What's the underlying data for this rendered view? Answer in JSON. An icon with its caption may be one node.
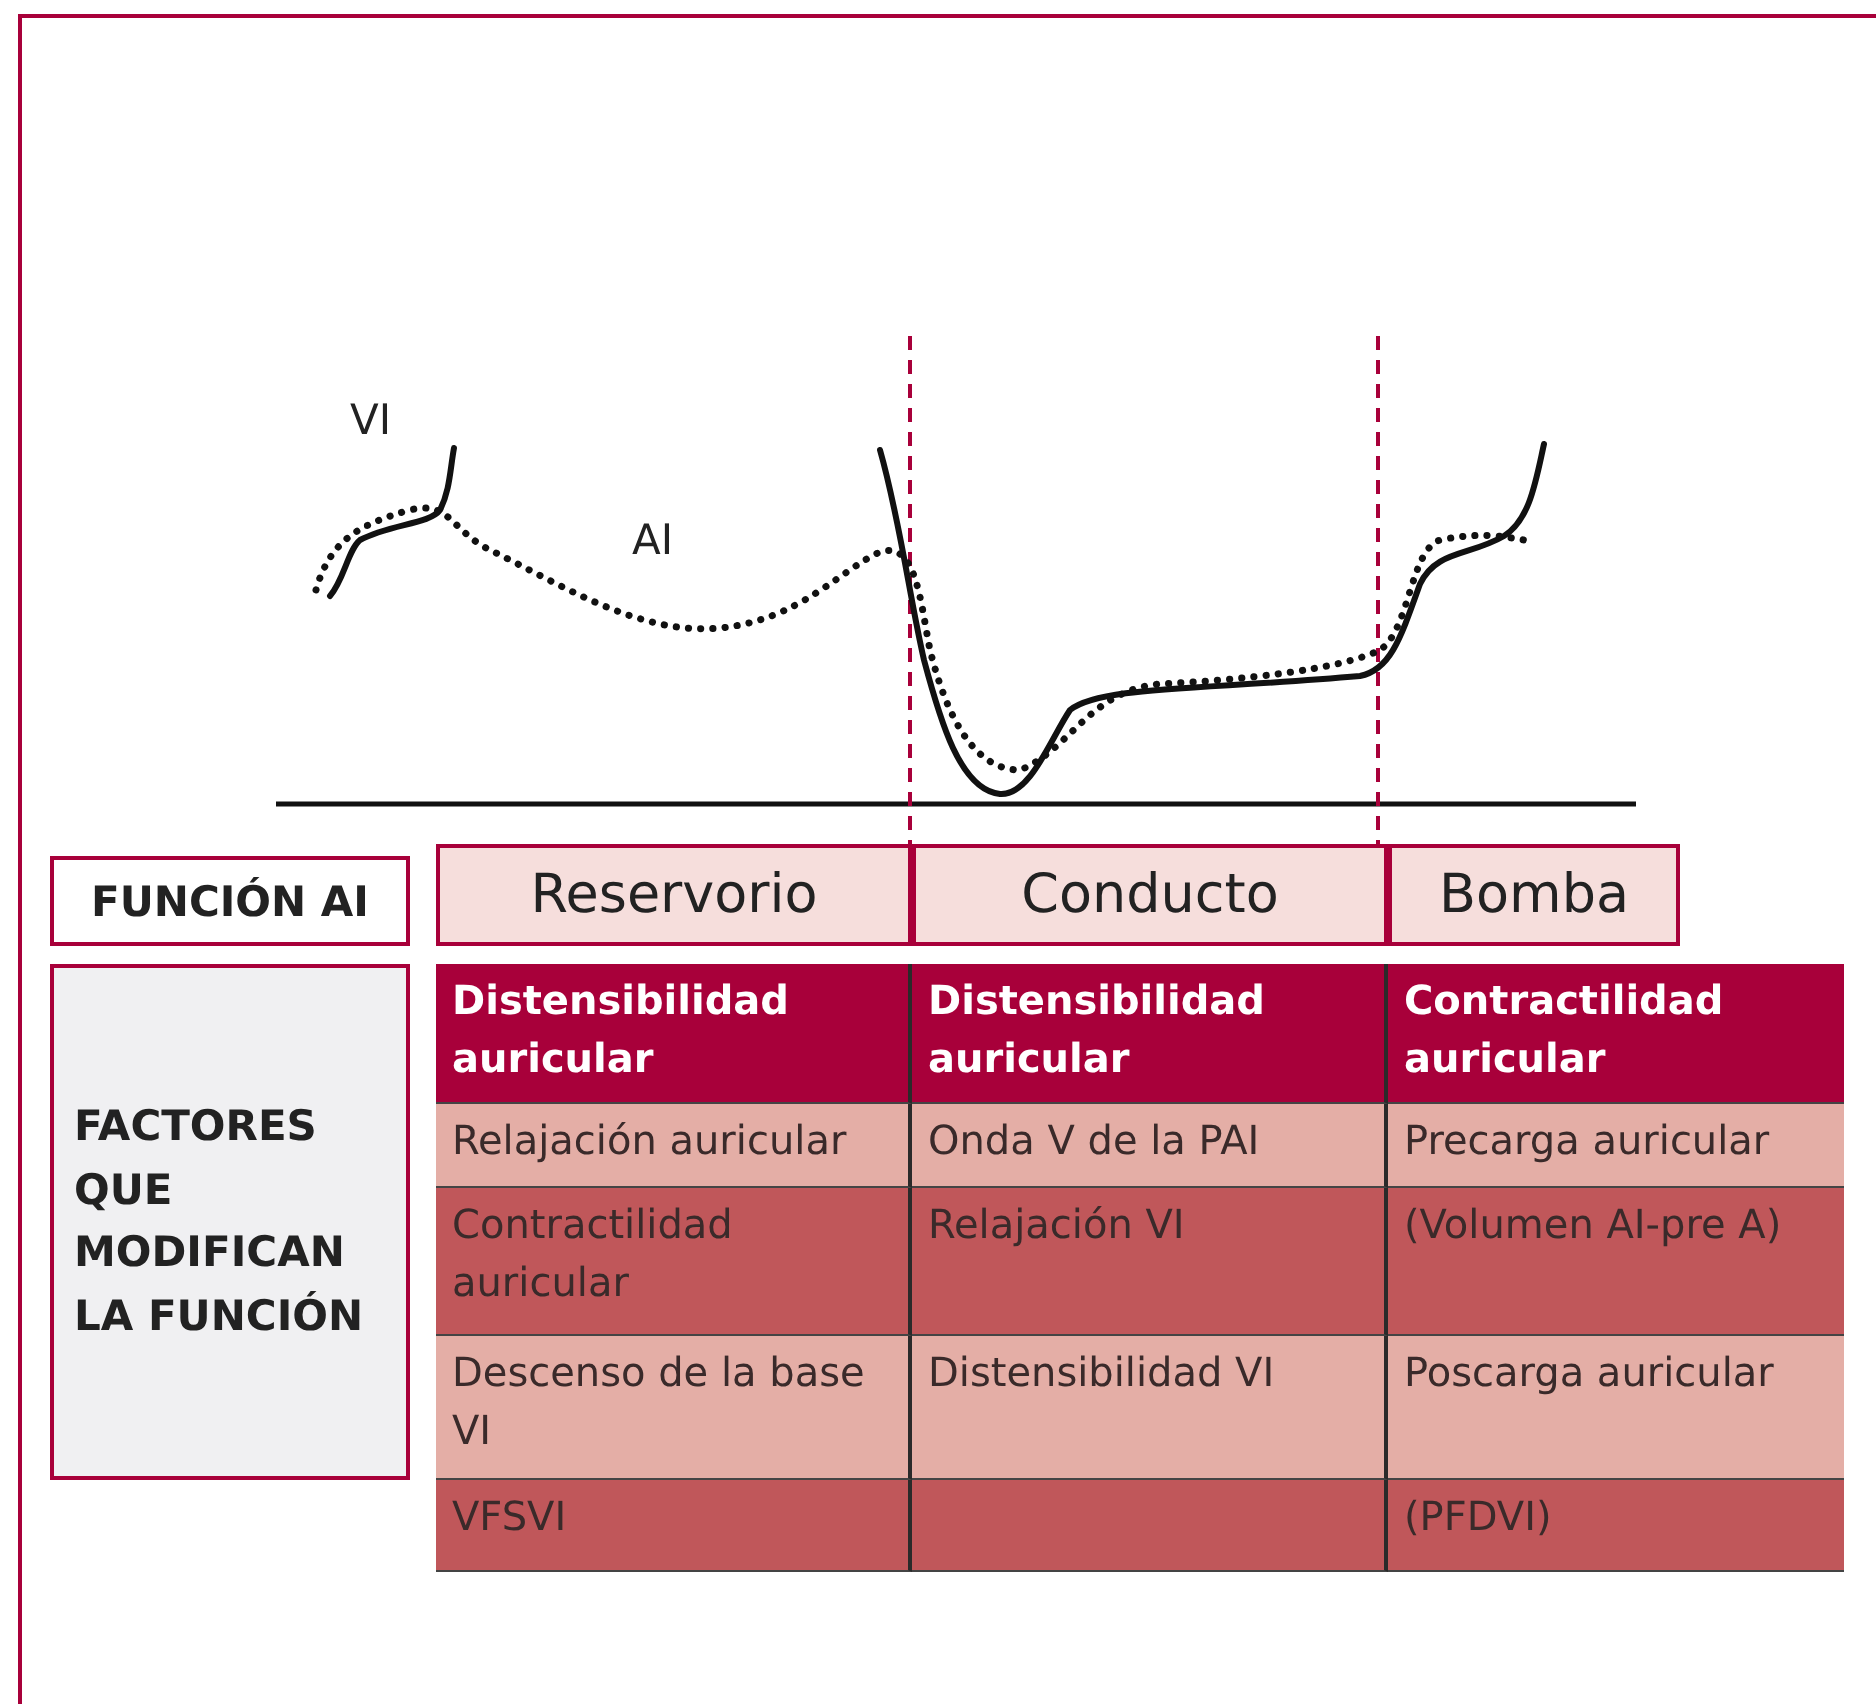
{
  "diagram": {
    "nodes": [
      {
        "text": [
          "FUNCIÓN AI"
        ]
      },
      {
        "text": [
          "Reservorio"
        ]
      },
      {
        "text": [
          "Conducto"
        ]
      },
      {
        "text": [
          "Bomba"
        ]
      },
      {
        "text": [
          "FACTORES QUE MODIFICAN LA FUNCIÓN"
        ]
      }
    ],
    "labels": [
      "VI",
      "AI",
      "Distensibilidad auricular",
      "Distensibilidad auricular",
      "Contractilidad auricular",
      "Relajación auricular",
      "Onda V de la PAI",
      "Precarga auricular",
      "Contractilidad auricular",
      "Relajación VI",
      "(Volumen AI-pre A)",
      "Descenso de la base VI",
      "Distensibilidad VI",
      "Poscarga auricular",
      "VFSVI",
      "(PFDVI)"
    ]
  }
}
